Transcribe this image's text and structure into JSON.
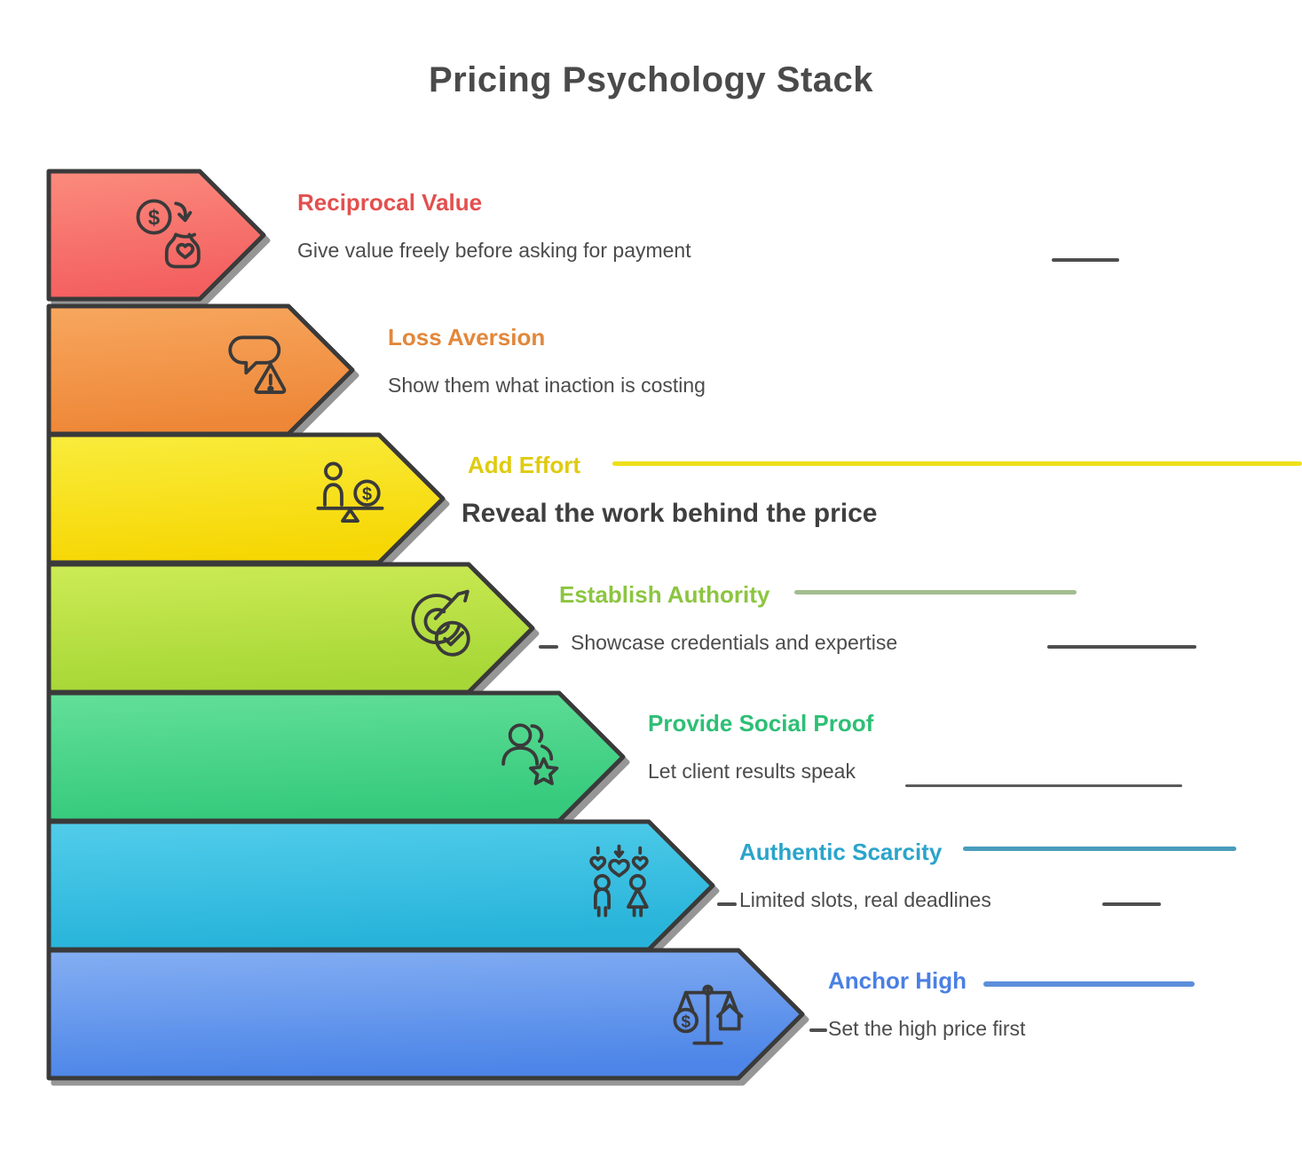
{
  "title": "Pricing Psychology Stack",
  "items": [
    {
      "label": "Reciprocal Value",
      "description": "Give value freely before asking for payment",
      "color": "#e2504e",
      "fill_light": "#fb8b7d",
      "fill_dark": "#f35f5f",
      "icon": "money-heart-exchange-icon"
    },
    {
      "label": "Loss Aversion",
      "description": "Show them what inaction is costing",
      "color": "#e2873a",
      "fill_light": "#f7a75f",
      "fill_dark": "#ee8737",
      "icon": "chat-warning-icon"
    },
    {
      "label": "Add Effort",
      "description": "Reveal the work behind the price",
      "color": "#dfcb0f",
      "fill_light": "#f9ec3d",
      "fill_dark": "#f6d704",
      "icon": "person-price-balance-icon"
    },
    {
      "label": "Establish Authority",
      "description": "Showcase credentials and expertise",
      "color": "#8cc540",
      "fill_light": "#cdeb55",
      "fill_dark": "#a6d736",
      "icon": "target-check-icon"
    },
    {
      "label": "Provide Social Proof",
      "description": "Let client results speak",
      "color": "#2dbf75",
      "fill_light": "#63df99",
      "fill_dark": "#35ca7c",
      "icon": "users-star-icon"
    },
    {
      "label": "Authentic Scarcity",
      "description": "Limited slots, real deadlines",
      "color": "#2ba4cb",
      "fill_light": "#52cdea",
      "fill_dark": "#27b3da",
      "icon": "couple-hearts-icon"
    },
    {
      "label": "Anchor High",
      "description": "Set the high price first",
      "color": "#4a80e3",
      "fill_light": "#84aef2",
      "fill_dark": "#4d86e8",
      "icon": "price-value-scale-icon"
    }
  ]
}
